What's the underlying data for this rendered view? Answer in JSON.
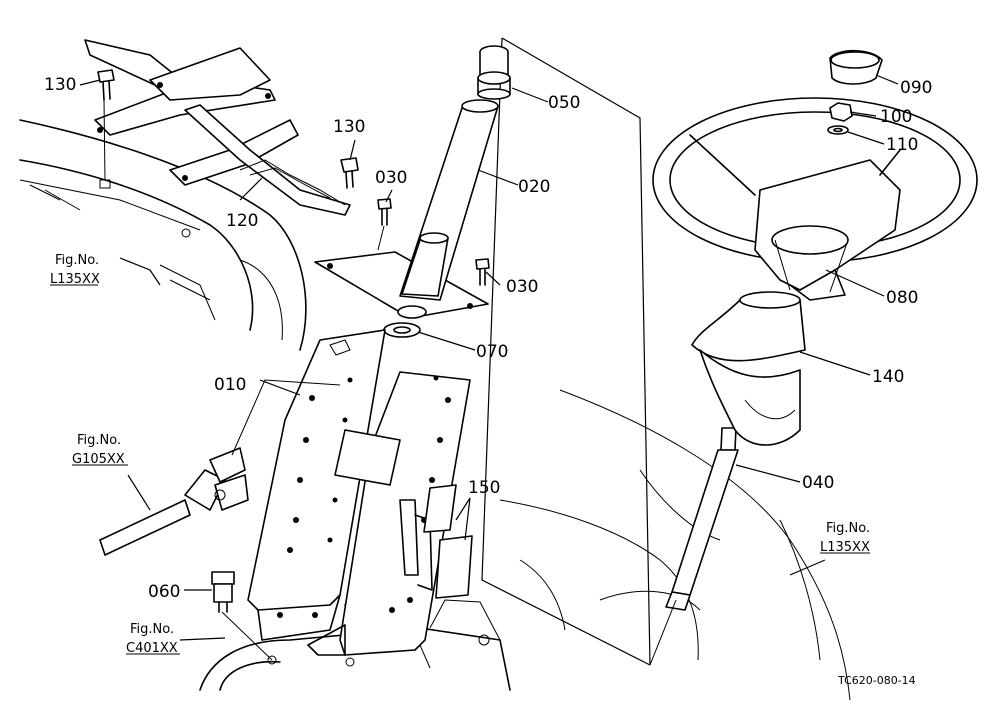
{
  "parts": {
    "p130a": "130",
    "p130b": "130",
    "p120": "120",
    "p030a": "030",
    "p030b": "030",
    "p050": "050",
    "p020": "020",
    "p070": "070",
    "p010": "010",
    "p060": "060",
    "p150": "150",
    "p090": "090",
    "p100": "100",
    "p110": "110",
    "p080": "080",
    "p140": "140",
    "p040": "040"
  },
  "refs": {
    "fig_label": "Fig.No.",
    "r1": "L135XX",
    "r2": "G105XX",
    "r3": "C401XX",
    "r4": "L135XX"
  },
  "drawing_code": "TC620-080-14"
}
